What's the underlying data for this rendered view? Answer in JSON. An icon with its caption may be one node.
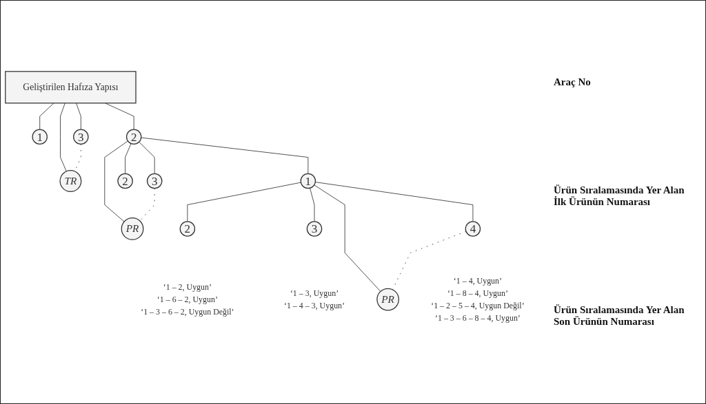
{
  "diagram": {
    "nodes": [
      {
        "text": [
          "Geliştirilen Hafıza Yapısı"
        ]
      },
      {
        "text": [
          "1"
        ]
      },
      {
        "text": [
          "2"
        ]
      },
      {
        "text": [
          "3"
        ]
      },
      {
        "text": [
          "TR"
        ]
      },
      {
        "text": [
          "1"
        ]
      },
      {
        "text": [
          "2"
        ]
      },
      {
        "text": [
          "3"
        ]
      },
      {
        "text": [
          "PR"
        ]
      },
      {
        "text": [
          "2"
        ],
        "beside": [
          "‘1 – 2, Uygun’",
          "‘1 – 6 – 2, Uygun’",
          "‘1 – 3 – 6 – 2, Uygun Değil’"
        ]
      },
      {
        "text": [
          "3"
        ],
        "beside": [
          "‘1 – 3, Uygun’",
          "‘1 – 4 – 3, Uygun’"
        ]
      },
      {
        "text": [
          "4"
        ],
        "beside": [
          "‘1 – 4, Uygun’",
          "‘1 – 8 – 4, Uygun’",
          "‘1 – 2 – 5 – 4, Uygun Değil’",
          "‘1 – 3 – 6 – 8 – 4, Uygun’"
        ]
      },
      {
        "text": [
          "PR"
        ]
      }
    ],
    "edges": [
      {
        "from": 0,
        "to": 1,
        "arrow": "none"
      },
      {
        "from": 0,
        "to": 2,
        "arrow": "none"
      },
      {
        "from": 0,
        "to": 3,
        "arrow": "none"
      },
      {
        "from": 0,
        "to": 4,
        "arrow": "none"
      },
      {
        "from": 3,
        "to": 4,
        "arrow": "none",
        "style": "dashed"
      },
      {
        "from": 2,
        "to": 5,
        "arrow": "none"
      },
      {
        "from": 2,
        "to": 6,
        "arrow": "none"
      },
      {
        "from": 2,
        "to": 7,
        "arrow": "none"
      },
      {
        "from": 2,
        "to": 8,
        "arrow": "none"
      },
      {
        "from": 7,
        "to": 8,
        "arrow": "none",
        "style": "dashed"
      },
      {
        "from": 5,
        "to": 9,
        "arrow": "none"
      },
      {
        "from": 5,
        "to": 10,
        "arrow": "none"
      },
      {
        "from": 5,
        "to": 11,
        "arrow": "none"
      },
      {
        "from": 5,
        "to": 12,
        "arrow": "none"
      },
      {
        "from": 11,
        "to": 12,
        "arrow": "none",
        "style": "dashed"
      }
    ],
    "labels": [
      "Araç No",
      "Ürün Sıralamasında Yer Alan İlk Ürünün Numarası",
      "Ürün Sıralamasında Yer Alan Son Ürünün Numarası"
    ]
  }
}
